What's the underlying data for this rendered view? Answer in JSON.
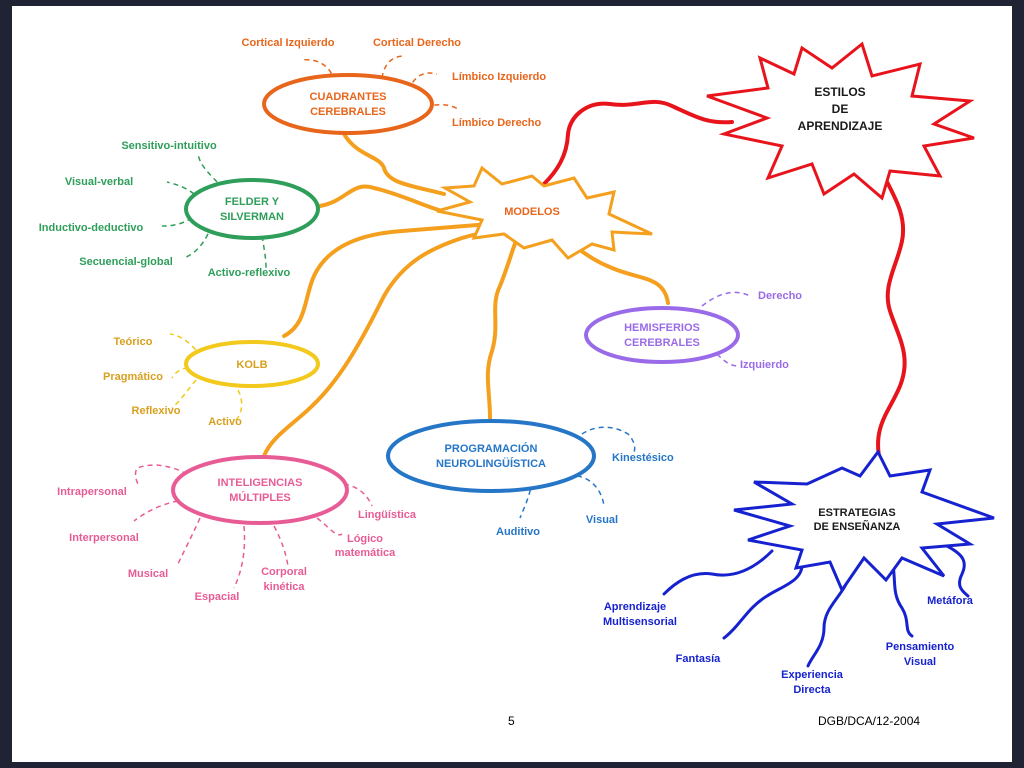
{
  "colors": {
    "orange": "#e8661c",
    "wire": "#f4a01e",
    "red": "#e8141c",
    "green": "#2e9e5a",
    "purple": "#9a6be8",
    "yellow": "#f2c91c",
    "gold": "#d8a020",
    "pink": "#e85c96",
    "blue": "#2676c8",
    "navy": "#1622d0"
  },
  "hub": {
    "modelos": "MODELOS",
    "estilos": [
      "ESTILOS",
      "DE",
      "APRENDIZAJE"
    ],
    "estrategias": [
      "ESTRATEGIAS",
      "DE ENSEÑANZA"
    ]
  },
  "cuadrantes": {
    "title": [
      "CUADRANTES",
      "CEREBRALES"
    ],
    "leaves": [
      "Cortical Izquierdo",
      "Cortical Derecho",
      "Límbico Izquierdo",
      "Límbico Derecho"
    ]
  },
  "felder": {
    "title": [
      "FELDER Y",
      "SILVERMAN"
    ],
    "leaves": [
      "Sensitivo-intuitivo",
      "Visual-verbal",
      "Inductivo-deductivo",
      "Secuencial-global",
      "Activo-reflexivo"
    ]
  },
  "kolb": {
    "title": "KOLB",
    "leaves": [
      "Teórico",
      "Pragmático",
      "Reflexivo",
      "Activo"
    ]
  },
  "hemisferios": {
    "title": [
      "HEMISFERIOS",
      "CEREBRALES"
    ],
    "leaves": [
      "Derecho",
      "Izquierdo"
    ]
  },
  "pnl": {
    "title": [
      "PROGRAMACIÓN",
      "NEUROLINGÜÍSTICA"
    ],
    "leaves": [
      "Kinestésico",
      "Visual",
      "Auditivo"
    ]
  },
  "inteligencias": {
    "title": [
      "INTELIGENCIAS",
      "MÚLTIPLES"
    ],
    "leaves": [
      "Intrapersonal",
      "Interpersonal",
      "Musical",
      "Espacial",
      "Corporal",
      "kinética",
      "Lógico",
      "matemática",
      "Lingüística"
    ]
  },
  "estrategias": {
    "leaves": [
      "Aprendizaje",
      "Multisensorial",
      "Fantasía",
      "Experiencia",
      "Directa",
      "Pensamiento",
      "Visual",
      "Metáfora"
    ]
  },
  "footer": {
    "page": "5",
    "code": "DGB/DCA/12-2004"
  }
}
